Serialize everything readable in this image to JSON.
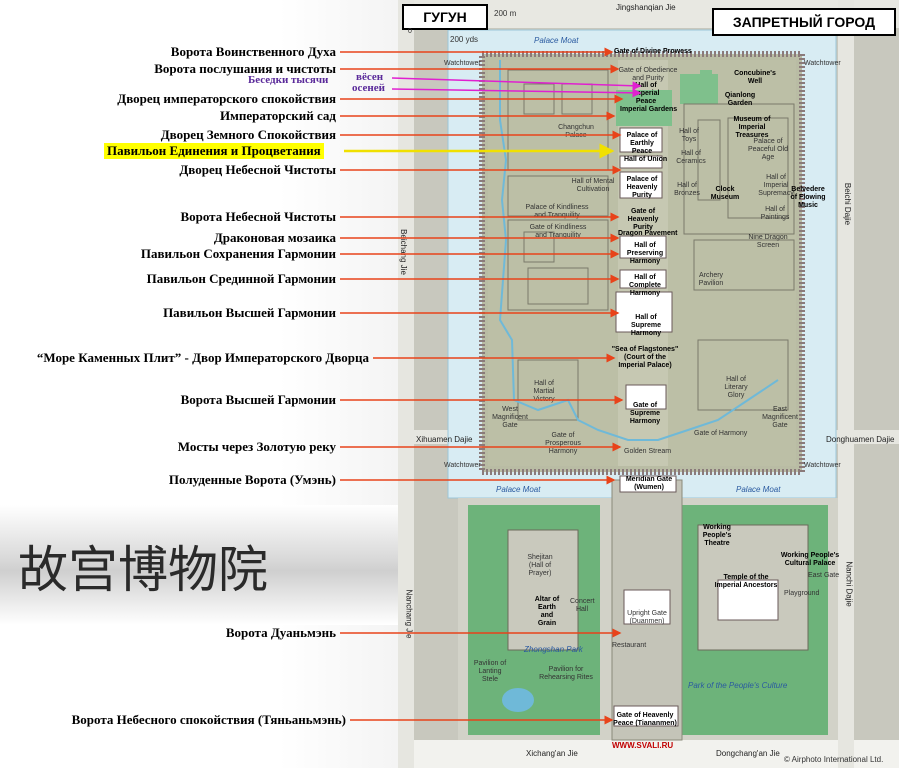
{
  "header": {
    "title_left": "ГУГУН",
    "title_right": "ЗАПРЕТНЫЙ ГОРОД",
    "scale_m": "200 m",
    "scale_yds": "200 yds",
    "scale_zero": "0"
  },
  "labels_ru": {
    "divine_prowess": "Ворота Воинственного Духа",
    "obedience_purity": "Ворота послушания и чистоты",
    "thousand_autumns_1": "Беседки тысячи",
    "thousand_autumns_2": "вёсен",
    "thousand_autumns_3": "осеней",
    "imperial_peace": "Дворец императорского спокойствия",
    "imperial_garden": "Императорский сад",
    "earthly_peace": "Дворец Земного Спокойствия",
    "union": "Павильон Единения и Процветания",
    "heavenly_purity": "Дворец Небесной Чистоты",
    "gate_heavenly_purity": "Ворота Небесной Чистоты",
    "dragon_pavement": "Драконовая мозаика",
    "preserving_harmony": "Павильон Сохранения Гармонии",
    "complete_harmony": "Павильон Срединной Гармонии",
    "supreme_harmony": "Павильон Высшей Гармонии",
    "sea_flagstones": "“Море Каменных Плит” - Двор Императорского Дворца",
    "gate_supreme_harmony": "Ворота Высшей Гармонии",
    "golden_bridges": "Мосты через Золотую реку",
    "meridian_gate": "Полуденные Ворота (Умэнь)",
    "duanmen": "Ворота Дуаньмэнь",
    "tiananmen": "Ворота Небесного спокойствия (Тяньаньмэнь)"
  },
  "calligraphy": "故宫博物院",
  "map_roads": {
    "top": "Jingshanqian Jie",
    "left_road": "Beichang Jie",
    "right_road": "Beichi Dajie",
    "left_gate_road": "Xihuamen Dajie",
    "right_gate_road": "Donghuamen Dajie",
    "bottom_left": "Nanchang Jie",
    "bottom_right": "Nanchi Dajie",
    "xichang": "Xichang'an Jie",
    "dongchang": "Dongchang'an Jie"
  },
  "map_labels": {
    "palace_moat_top": "Palace Moat",
    "palace_moat_bl": "Palace Moat",
    "palace_moat_br": "Palace Moat",
    "watchtower_tl": "Watchtower",
    "watchtower_tr": "Watchtower",
    "watchtower_bl": "Watchtower",
    "watchtower_br": "Watchtower",
    "gate_divine": "Gate of Divine Prowess",
    "gate_obedience": "Gate of Obedience and Purity",
    "hall_imperial_peace": "Hall of Imperial Peace",
    "imperial_gardens": "Imperial Gardens",
    "concubine_well": "Concubine's Well",
    "qianlong_garden": "Qianlong Garden",
    "museum_treasures": "Museum of Imperial Treasures",
    "changchun": "Changchun Palace",
    "palace_earthly": "Palace of Earthly Peace",
    "hall_union": "Hall of Union",
    "palace_heavenly": "Palace of Heavenly Purity",
    "hall_toys": "Hall of Toys",
    "hall_ceramics": "Hall of Ceramics",
    "palace_peaceful_old_age": "Palace of Peaceful Old Age",
    "hall_mental": "Hall of Mental Cultivation",
    "hall_imperial_supremacy": "Hall of Imperial Supremacy",
    "belvedere": "Belvedere of Flowing Music",
    "hall_bronzes": "Hall of Bronzes",
    "clock_museum": "Clock Museum",
    "hall_paintings": "Hall of Paintings",
    "palace_kindliness": "Palace of Kindliness and Tranquility",
    "gate_heavenly_purity": "Gate of Heavenly Purity",
    "gate_kindliness": "Gate of Kindliness and Tranquility",
    "dragon_pavement": "Dragon Pavement",
    "nine_dragon": "Nine Dragon Screen",
    "hall_preserving": "Hall of Preserving Harmony",
    "hall_complete": "Hall of Complete Harmony",
    "archery": "Archery Pavilion",
    "hall_supreme": "Hall of Supreme Harmony",
    "sea_flagstones": "\"Sea of Flagstones\" (Court of the Imperial Palace)",
    "hall_martial": "Hall of Martial Victory",
    "hall_literary": "Hall of Literary Glory",
    "west_gate": "West Magnificent Gate",
    "east_gate": "East Magnificent Gate",
    "gate_supreme": "Gate of Supreme Harmony",
    "gate_harmony": "Gate of Harmony",
    "gate_prosperous": "Gate of Prosperous Harmony",
    "golden_stream": "Golden Stream",
    "meridian": "Meridian Gate (Wumen)",
    "working_theatre": "Working People's Theatre",
    "working_palace": "Working People's Cultural Palace",
    "shejitan": "Shejitan (Hall of Prayer)",
    "altar_earth": "Altar of Earth and Grain",
    "concert_hall": "Concert Hall",
    "temple_ancestors": "Temple of the Imperial Ancestors",
    "east_gate_small": "East Gate",
    "playground": "Playground",
    "upright_gate": "Upright Gate (Duanmen)",
    "restaurant": "Restaurant",
    "zhongshan": "Zhongshan Park",
    "pavilion_lanting": "Pavilion of Lanting Stele",
    "pavilion_rehearsing": "Pavilion for Rehearsing Rites",
    "peoples_culture": "Park of the People's Culture",
    "tiananmen": "Gate of Heavenly Peace (Tiananmen)",
    "svali": "WWW.SVALI.RU",
    "copyright": "© Airphoto International Ltd."
  },
  "colors": {
    "arrow": "#e8431a",
    "magenta": "#e020d0",
    "yellow_arrow": "#f0e000",
    "moat": "#d7ecf5",
    "park": "#6db37a",
    "wall": "#8a7a7a"
  }
}
